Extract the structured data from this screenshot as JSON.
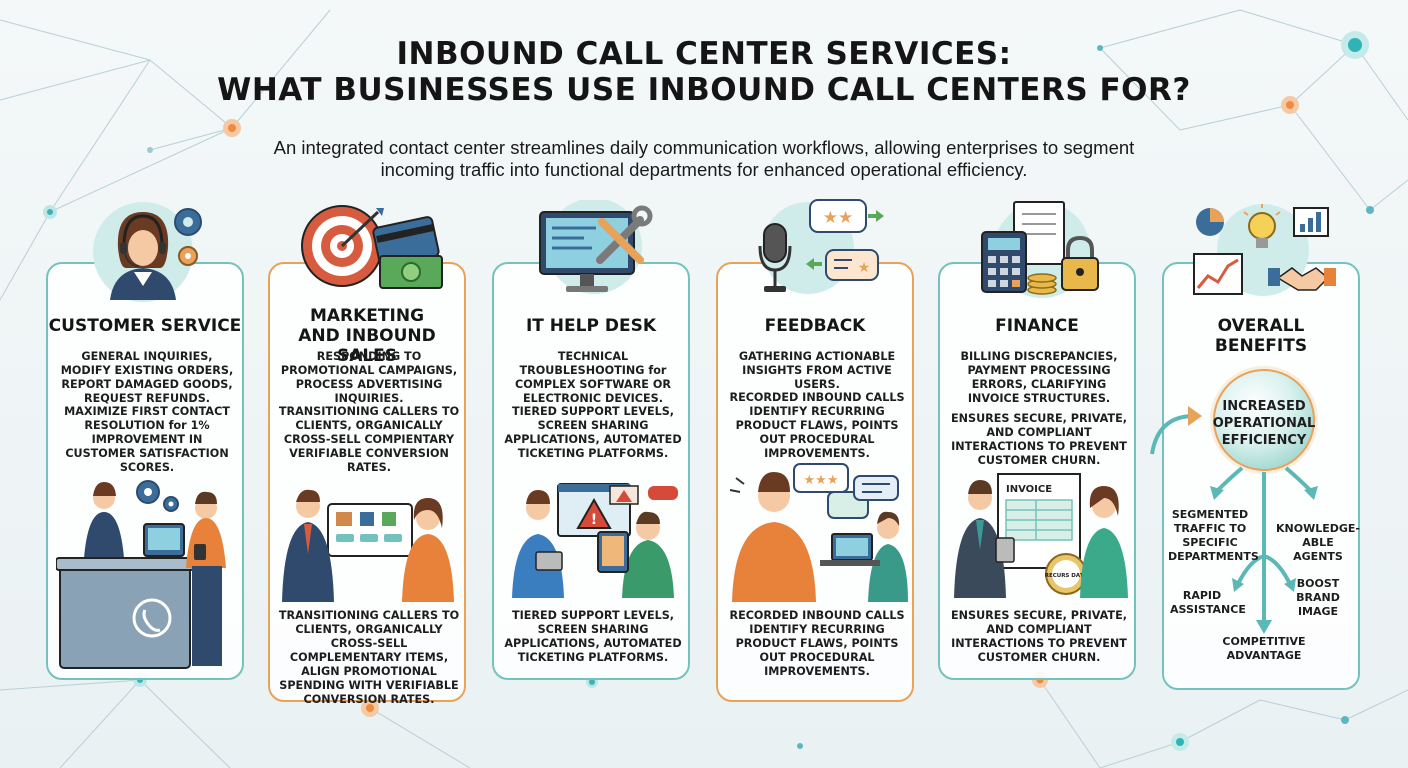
{
  "header": {
    "title_line1": "INBOUND CALL CENTER SERVICES:",
    "title_line2": "WHAT BUSINESSES USE INBOUND CALL CENTERS FOR?",
    "subtitle": "An integrated contact center streamlines daily communication workflows, allowing enterprises to segment incoming traffic into functional departments for enhanced operational efficiency."
  },
  "cards": [
    {
      "heading": "CUSTOMER SERVICE",
      "text1": "GENERAL INQUIRIES, MODIFY EXISTING ORDERS, REPORT DAMAGED GOODS, REQUEST REFUNDS.",
      "text2": "MAXIMIZE FIRST CONTACT RESOLUTION for 1% IMPROVEMENT IN CUSTOMER SATISFACTION SCORES."
    },
    {
      "heading": "MARKETING AND INBOUND SALES",
      "text1": "RESPONDING TO PROMOTIONAL CAMPAIGNS, PROCESS ADVERTISING INQUIRIES.",
      "text2": "TRANSITIONING CALLERS TO CLIENTS, ORGANICALLY CROSS-SELL COMPIENTARY VERIFIABLE CONVERSION RATES.",
      "text3": "TRANSITIONING CALLERS TO CLIENTS, ORGANICALLY CROSS-SELL COMPLEMENTARY ITEMS, ALIGN PROMOTIONAL SPENDING WITH VERIFIABLE CONVERSION RATES."
    },
    {
      "heading": "IT HELP DESK",
      "text1": "TECHNICAL TROUBLESHOOTING for COMPLEX SOFTWARE OR ELECTRONIC DEVICES.",
      "text2": "TIERED SUPPORT LEVELS, SCREEN SHARING APPLICATIONS, AUTOMATED TICKETING PLATFORMS.",
      "text3": "TIERED SUPPORT LEVELS, SCREEN SHARING APPLICATIONS, AUTOMATED TICKETING PLATFORMS."
    },
    {
      "heading": "FEEDBACK",
      "text1": "GATHERING ACTIONABLE INSIGHTS FROM ACTIVE USERS.",
      "text2": "RECORDED INBOUND CALLS IDENTIFY RECURRING PRODUCT FLAWS, POINTS OUT PROCEDURAL IMPROVEMENTS.",
      "text3": "RECORDED INBOUND CALLS IDENTIFY RECURRING PRODUCT FLAWS, POINTS OUT PROCEDURAL IMPROVEMENTS."
    },
    {
      "heading": "FINANCE",
      "text1": "BILLING DISCREPANCIES, PAYMENT PROCESSING ERRORS, CLARIFYING INVOICE STRUCTURES.",
      "text2": "ENSURES SECURE, PRIVATE, AND COMPLIANT INTERACTIONS TO PREVENT CUSTOMER CHURN.",
      "text3": "ENSURES SECURE, PRIVATE, AND COMPLIANT INTERACTIONS TO PREVENT CUSTOMER CHURN.",
      "invoice_label": "INVOICE",
      "seal_text": "RECURS DATA"
    },
    {
      "heading": "OVERALL BENEFITS",
      "center": "INCREASED OPERATIONAL EFFICIENCY",
      "benefits": [
        "SEGMENTED TRAFFIC TO SPECIFIC DEPARTMENTS",
        "KNOWLEDGE-ABLE AGENTS",
        "RAPID ASSISTANCE",
        "BOOST BRAND IMAGE",
        "COMPETITIVE ADVANTAGE"
      ]
    }
  ],
  "colors": {
    "teal": "#74c2bd",
    "orange": "#e8a25a",
    "navy": "#2f4a6d",
    "accent_orange": "#f08a3c"
  }
}
